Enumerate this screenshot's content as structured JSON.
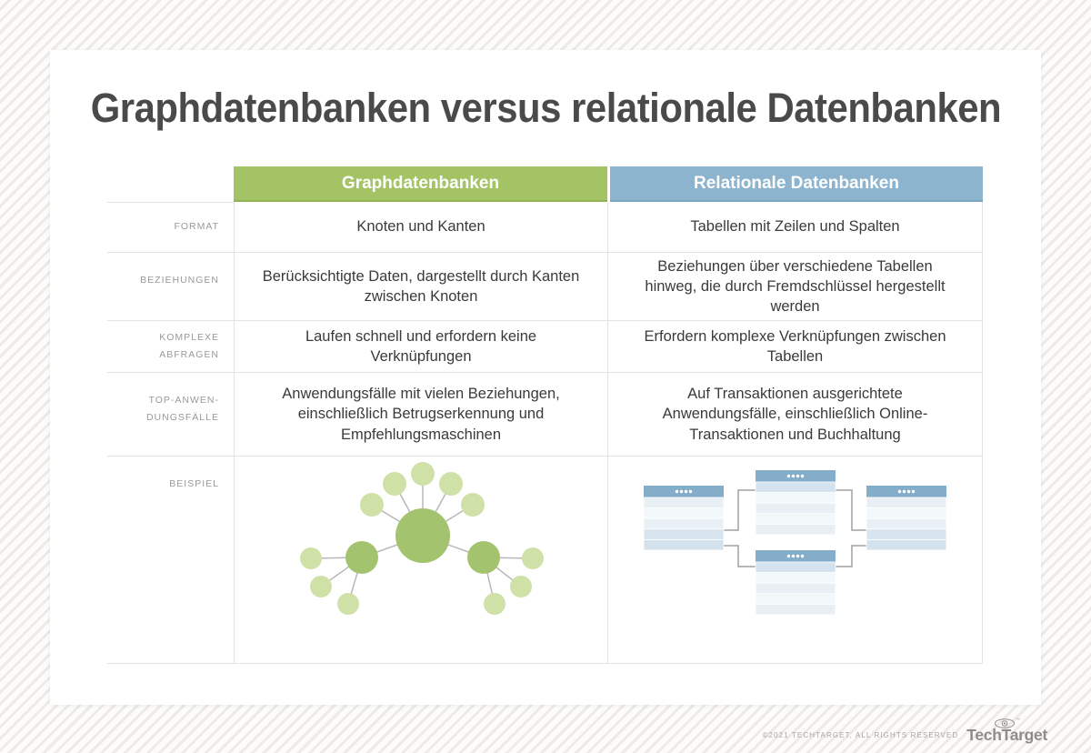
{
  "title": "Graphdatenbanken versus relationale Datenbanken",
  "table": {
    "header": {
      "graph": "Graphdatenbanken",
      "relational": "Relationale Datenbanken"
    },
    "rows": [
      {
        "label": "FORMAT",
        "graph": "Knoten und Kanten",
        "relational": "Tabellen mit Zeilen und Spalten"
      },
      {
        "label": "BEZIEHUNGEN",
        "graph": "Berücksichtigte Daten, dargestellt durch Kanten zwischen Knoten",
        "relational": "Beziehungen über verschiedene Tabellen hinweg, die durch Fremdschlüssel hergestellt werden"
      },
      {
        "label": "KOMPLEXE ABFRAGEN",
        "graph": "Laufen schnell und erfordern keine Verknüpfungen",
        "relational": "Erfordern komplexe Verknüpfungen zwischen Tabellen"
      },
      {
        "label": "TOP-ANWEN-DUNGSFÄLLE",
        "graph": "Anwendungsfälle mit vielen Beziehungen, einschließlich Betrugserkennung und Empfehlungsmaschinen",
        "relational": "Auf Transaktionen ausgerichtete Anwendungsfälle, einschließlich Online-Transaktionen und Buchhaltung"
      },
      {
        "label": "BEISPIEL",
        "graph": "graph-network-diagram",
        "relational": "relational-tables-diagram"
      }
    ]
  },
  "colors": {
    "graph_header_bg": "#a3c364",
    "relational_header_bg": "#8cb4ce",
    "graph_node": "#a4c36f",
    "graph_node_light": "#d0e1a8",
    "graph_edge": "#b8b8b8",
    "db_table_header": "#84adc9",
    "db_table_row_dark": "#d3e2ec",
    "db_table_row_light": "#eaf1f6",
    "db_connector": "#a0a0a0"
  },
  "footer": {
    "copyright": "©2021 TECHTARGET, ALL RIGHTS RESERVED",
    "brand": "TechTarget",
    "trademark": "™"
  }
}
